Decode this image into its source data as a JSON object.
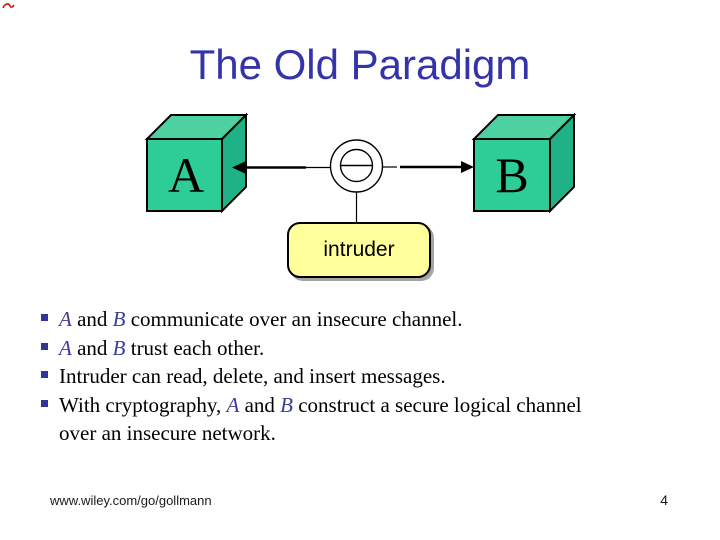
{
  "slide": {
    "title": "The Old Paradigm",
    "diagram": {
      "node_a_label": "A",
      "node_b_label": "B",
      "intruder_label": "intruder"
    },
    "bullets": [
      [
        {
          "t": "A",
          "v": true
        },
        {
          "t": " and "
        },
        {
          "t": "B",
          "v": true
        },
        {
          "t": " communicate over an insecure channel."
        }
      ],
      [
        {
          "t": "A",
          "v": true
        },
        {
          "t": " and "
        },
        {
          "t": "B",
          "v": true
        },
        {
          "t": " trust each other."
        }
      ],
      [
        {
          "t": "Intruder can read, delete, and insert messages."
        }
      ],
      [
        {
          "t": "With cryptography, "
        },
        {
          "t": "A",
          "v": true
        },
        {
          "t": " and "
        },
        {
          "t": "B",
          "v": true
        },
        {
          "t": " construct a secure logical channel"
        },
        {
          "t": "over an insecure network.",
          "nl": true
        }
      ]
    ],
    "footer": {
      "url": "www.wiley.com/go/gollmann",
      "page_number": "4"
    },
    "colors": {
      "title": "#3333aa",
      "bullet_marker": "#333399",
      "emphasis_text": "#3d3d99",
      "cube_top": "#4ed1a1",
      "cube_front": "#2ecc96",
      "cube_side": "#1fb286",
      "intruder_fill": "#ffff9c",
      "line": "#000000",
      "corner_mark": "#cc1100"
    }
  }
}
